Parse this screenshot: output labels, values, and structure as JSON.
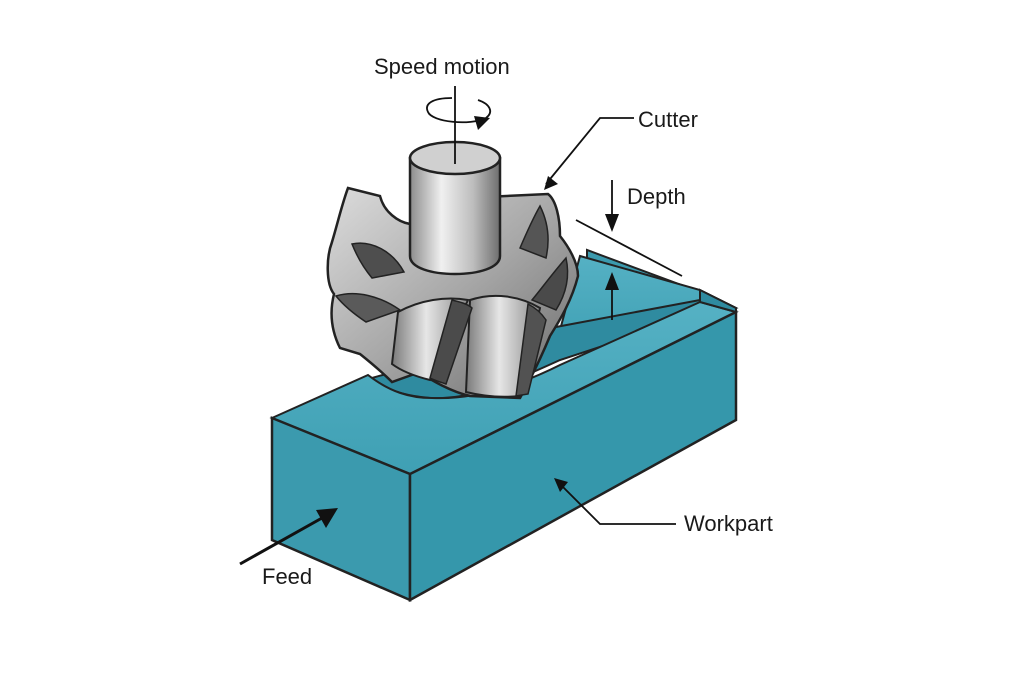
{
  "labels": {
    "speed_motion": "Speed motion",
    "cutter": "Cutter",
    "depth": "Depth",
    "workpart": "Workpart",
    "feed": "Feed"
  },
  "colors": {
    "workpart_top": "#4aa8bc",
    "workpart_front": "#3b9aae",
    "workpart_side": "#2f8ba0",
    "workpart_pocket": "#2e8598",
    "cutter_light": "#e4e4e4",
    "cutter_mid": "#a9a9a9",
    "cutter_dark": "#5a5a5a",
    "outline": "#222222"
  }
}
